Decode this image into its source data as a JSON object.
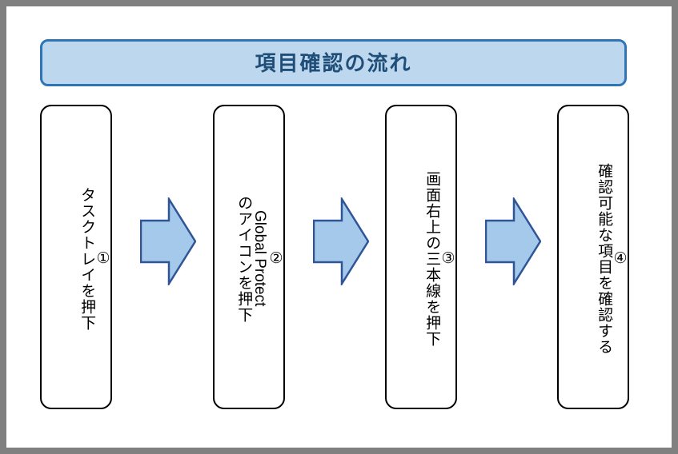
{
  "page": {
    "background_color": "#ffffff",
    "frame_color": "#808080"
  },
  "title": {
    "text": "項目確認の流れ",
    "fill_color": "#bdd7ee",
    "border_color": "#2e75b6",
    "text_color": "#1f4e79"
  },
  "flow": {
    "steps": [
      {
        "marker": "①",
        "text": "タスクトレイを押下",
        "latin": ""
      },
      {
        "marker": "②",
        "text_before": "",
        "latin": "Global Protect",
        "text_after": "のアイコンを押下"
      },
      {
        "marker": "③",
        "text": "画面右上の三本線を押下",
        "latin": ""
      },
      {
        "marker": "④",
        "text": "確認可能な項目を確認する",
        "latin": ""
      }
    ],
    "step_box": {
      "fill_color": "#ffffff",
      "border_color": "#000000",
      "text_color": "#000000"
    },
    "arrows": [
      {
        "name": "arrow-1-to-2",
        "direction": "right"
      },
      {
        "name": "arrow-2-to-3",
        "direction": "right"
      },
      {
        "name": "arrow-3-to-4",
        "direction": "right"
      }
    ],
    "arrow_style": {
      "fill_color": "#a5c9ea",
      "border_color": "#2f5597"
    }
  }
}
